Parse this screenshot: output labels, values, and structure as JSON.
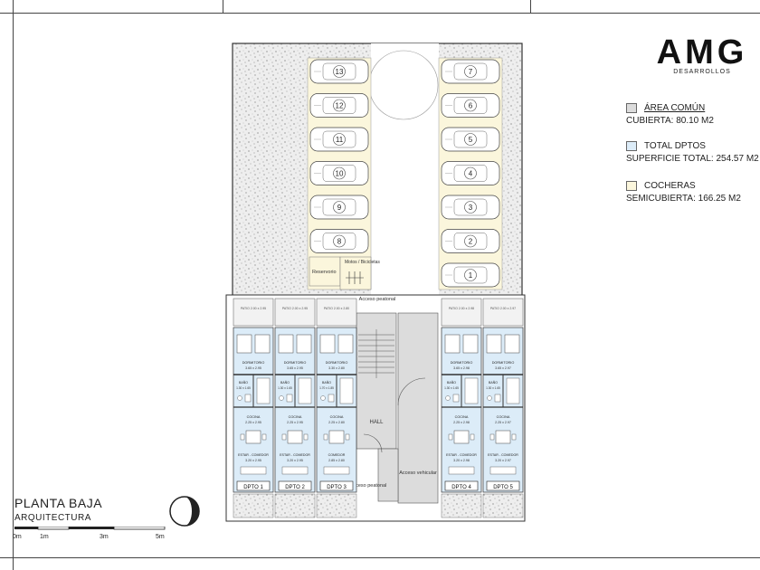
{
  "brand": {
    "name": "AMG",
    "subtitle": "DESARROLLOS"
  },
  "legend": [
    {
      "title": "ÁREA COMÚN",
      "value": "CUBIERTA: 80.10 M2",
      "color": "#dcdcdc"
    },
    {
      "title": "TOTAL DPTOS",
      "value": "SUPERFICIE TOTAL: 254.57 M2",
      "color": "#dcecf8"
    },
    {
      "title": "COCHERAS",
      "value": "SEMICUBIERTA:  166.25 M2",
      "color": "#fbf6dc"
    }
  ],
  "plan": {
    "title": "PLANTA BAJA",
    "subtitle": "ARQUITECTURA"
  },
  "scale": {
    "labels": [
      "0m",
      "1m",
      "3m",
      "5m"
    ]
  },
  "parking": {
    "left_numbers": [
      "13",
      "12",
      "11",
      "10",
      "9",
      "8"
    ],
    "right_numbers": [
      "7",
      "6",
      "5",
      "4",
      "3",
      "2",
      "1"
    ],
    "moto_label": "Motos / Bicicletas",
    "reservoir_label": "Reservorio"
  },
  "common": {
    "pedestrian_access": "Acceso peatonal",
    "hall": "HALL",
    "vehicle_access": "Acceso vehicular"
  },
  "apartments": [
    {
      "name": "DPTO 1",
      "patio": "PATIO 2.00 x 2.95",
      "dorm": "DORMITORIO",
      "dorm_size": "3.65 x 2.95",
      "bath": "BAÑO",
      "bath_size": "1.30 x 1.65",
      "kitchen": "COCINA",
      "kitchen_size": "2.25 x 2.95",
      "living": "ESTAR - COMEDOR",
      "living_size": "3.20 x 2.95"
    },
    {
      "name": "DPTO 2",
      "patio": "PATIO 2.00 x 2.95",
      "dorm": "DORMITORIO",
      "dorm_size": "3.65 x 2.95",
      "bath": "BAÑO",
      "bath_size": "1.30 x 1.65",
      "kitchen": "COCINA",
      "kitchen_size": "2.25 x 2.95",
      "living": "ESTAR - COMEDOR",
      "living_size": "3.20 x 2.95"
    },
    {
      "name": "DPTO 3",
      "patio": "PATIO 2.00 x 2.80",
      "dorm": "DORMITORIO",
      "dorm_size": "3.30 x 2.80",
      "bath": "BAÑO",
      "bath_size": "1.70 x 1.85",
      "kitchen": "COCINA",
      "kitchen_size": "2.25 x 2.80",
      "living": "COMEDOR",
      "living_size": "2.85 x 2.80"
    },
    {
      "name": "DPTO 4",
      "patio": "PATIO 2.00 x 2.98",
      "dorm": "DORMITORIO",
      "dorm_size": "3.65 x 2.98",
      "bath": "BAÑO",
      "bath_size": "1.30 x 1.65",
      "kitchen": "COCINA",
      "kitchen_size": "2.25 x 2.98",
      "living": "ESTAR - COMEDOR",
      "living_size": "3.20 x 2.98"
    },
    {
      "name": "DPTO 5",
      "patio": "PATIO 2.00 x 2.97",
      "dorm": "DORMITORIO",
      "dorm_size": "3.65 x 2.97",
      "bath": "BAÑO",
      "bath_size": "1.30 x 1.65",
      "kitchen": "COCINA",
      "kitchen_size": "2.25 x 2.97",
      "living": "ESTAR - COMEDOR",
      "living_size": "3.20 x 2.97"
    }
  ]
}
